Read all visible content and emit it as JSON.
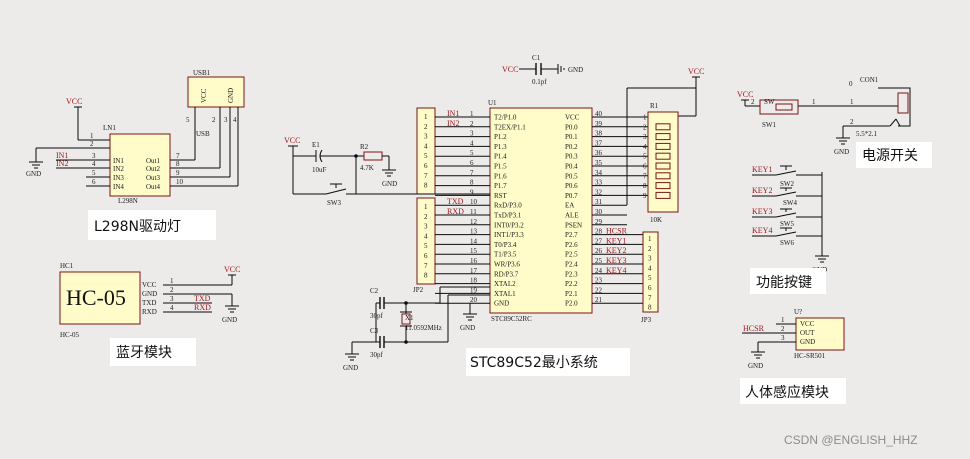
{
  "titles": {
    "l298n": "L298N驱动灯",
    "bluetooth": "蓝牙模块",
    "mcu": "STC89C52最小系统",
    "power": "电源开关",
    "keys": "功能按键",
    "pir": "人体感应模块"
  },
  "watermark": "CSDN @ENGLISH_HHZ",
  "nets": {
    "vcc": "VCC",
    "gnd": "GND",
    "in1": "IN1",
    "in2": "IN2",
    "txd": "TXD",
    "rxd": "RXD",
    "hcsr": "HCSR",
    "key1": "KEY1",
    "key2": "KEY2",
    "key3": "KEY3",
    "key4": "KEY4"
  },
  "l298n": {
    "ref": "LN1",
    "name": "L298N",
    "pins_left": [
      {
        "num": "1",
        "name": "+"
      },
      {
        "num": "2",
        "name": "-"
      },
      {
        "num": "3",
        "name": "IN1"
      },
      {
        "num": "4",
        "name": "IN2"
      },
      {
        "num": "5",
        "name": "IN3"
      },
      {
        "num": "6",
        "name": "IN4"
      }
    ],
    "pins_right": [
      {
        "num": "7",
        "name": "Out1"
      },
      {
        "num": "8",
        "name": "Out2"
      },
      {
        "num": "9",
        "name": "Out3"
      },
      {
        "num": "10",
        "name": "Out4"
      }
    ]
  },
  "usb": {
    "ref": "USB1",
    "name": "USB",
    "pin_vcc": "VCC",
    "pin_gnd": "GND",
    "pins": [
      "5",
      "2",
      "3",
      "4"
    ]
  },
  "hc05": {
    "ref": "HC1",
    "name": "HC-05",
    "footer": "HC-05",
    "pins": [
      {
        "num": "1",
        "name": "VCC"
      },
      {
        "num": "2",
        "name": "GND"
      },
      {
        "num": "3",
        "name": "TXD"
      },
      {
        "num": "4",
        "name": "RXD"
      }
    ]
  },
  "mcu": {
    "ref": "U1",
    "name": "STC89C52RC",
    "left": [
      {
        "name": "T2/P1.0",
        "num": "1"
      },
      {
        "name": "T2EX/P1.1",
        "num": "2"
      },
      {
        "name": "P1.2",
        "num": "3"
      },
      {
        "name": "P1.3",
        "num": "4"
      },
      {
        "name": "P1.4",
        "num": "5"
      },
      {
        "name": "P1.5",
        "num": "6"
      },
      {
        "name": "P1.6",
        "num": "7"
      },
      {
        "name": "P1.7",
        "num": "8"
      },
      {
        "name": "RST",
        "num": "9"
      },
      {
        "name": "RxD/P3.0",
        "num": "10"
      },
      {
        "name": "TxD/P3.1",
        "num": "11"
      },
      {
        "name": "INT0/P3.2",
        "num": "12"
      },
      {
        "name": "INT1/P3.3",
        "num": "13"
      },
      {
        "name": "T0/P3.4",
        "num": "14"
      },
      {
        "name": "T1/P3.5",
        "num": "15"
      },
      {
        "name": "WR/P3.6",
        "num": "16"
      },
      {
        "name": "RD/P3.7",
        "num": "17"
      },
      {
        "name": "XTAL2",
        "num": "18"
      },
      {
        "name": "XTAL1",
        "num": "19"
      },
      {
        "name": "GND",
        "num": "20"
      }
    ],
    "right": [
      {
        "name": "VCC",
        "num": "40"
      },
      {
        "name": "P0.0",
        "num": "39"
      },
      {
        "name": "P0.1",
        "num": "38"
      },
      {
        "name": "P0.2",
        "num": "37"
      },
      {
        "name": "P0.3",
        "num": "36"
      },
      {
        "name": "P0.4",
        "num": "35"
      },
      {
        "name": "P0.5",
        "num": "34"
      },
      {
        "name": "P0.6",
        "num": "33"
      },
      {
        "name": "P0.7",
        "num": "32"
      },
      {
        "name": "EA",
        "num": "31"
      },
      {
        "name": "ALE",
        "num": "30"
      },
      {
        "name": "PSEN",
        "num": "29"
      },
      {
        "name": "P2.7",
        "num": "28"
      },
      {
        "name": "P2.6",
        "num": "27"
      },
      {
        "name": "P2.5",
        "num": "26"
      },
      {
        "name": "P2.4",
        "num": "25"
      },
      {
        "name": "P2.3",
        "num": "24"
      },
      {
        "name": "P2.2",
        "num": "23"
      },
      {
        "name": "P2.1",
        "num": "22"
      },
      {
        "name": "P2.0",
        "num": "21"
      }
    ],
    "left_nets": [
      "IN1",
      "IN2",
      "",
      "",
      "",
      "",
      "",
      "",
      "",
      "TXD",
      "RXD",
      "",
      "",
      "",
      "",
      "",
      "",
      "",
      "",
      ""
    ],
    "right_nets": [
      "",
      "",
      "",
      "",
      "",
      "",
      "",
      "",
      "",
      "",
      "",
      "",
      "HCSR",
      "KEY1",
      "KEY2",
      "KEY3",
      "KEY4",
      "",
      "",
      ""
    ]
  },
  "jp1": {
    "pins": [
      "1",
      "2",
      "3",
      "4",
      "5",
      "6",
      "7",
      "8"
    ]
  },
  "jp2": {
    "ref": "JP2",
    "pins": [
      "1",
      "2",
      "3",
      "4",
      "5",
      "6",
      "7",
      "8"
    ]
  },
  "jp3": {
    "ref": "JP3",
    "pins": [
      "1",
      "2",
      "3",
      "4",
      "5",
      "6",
      "7",
      "8"
    ]
  },
  "r1": {
    "ref": "R1",
    "value": "10K",
    "pins": [
      "1",
      "2",
      "3",
      "4",
      "5",
      "6",
      "7",
      "8",
      "9"
    ]
  },
  "parts": {
    "c1_ref": "C1",
    "c1_val": "0.1pf",
    "e1_ref": "E1",
    "e1_val": "10uF",
    "r2_ref": "R2",
    "r2_val": "4.7K",
    "sw3": "SW3",
    "c2_ref": "C2",
    "c2_val": "30pf",
    "c3_ref": "C3",
    "c3_val": "30pf",
    "x1_ref": "X1",
    "x1_val": "11.0592MHz"
  },
  "power": {
    "sw1": "SW1",
    "sw1_label": "SW",
    "sw1_pin_a": "2",
    "sw1_pin_b": "1",
    "con_ref": "CON1",
    "con_pin0": "0",
    "con_pin1": "1",
    "con_pin2": "2",
    "con_val": "5.5*2.1"
  },
  "keys": {
    "sw2": "SW2",
    "sw4": "SW4",
    "sw5": "SW5",
    "sw6": "SW6"
  },
  "pir": {
    "ref": "U?",
    "name": "HC-SR501",
    "pins": [
      {
        "num": "1",
        "name": "VCC"
      },
      {
        "num": "2",
        "name": "OUT"
      },
      {
        "num": "3",
        "name": "GND"
      }
    ]
  }
}
